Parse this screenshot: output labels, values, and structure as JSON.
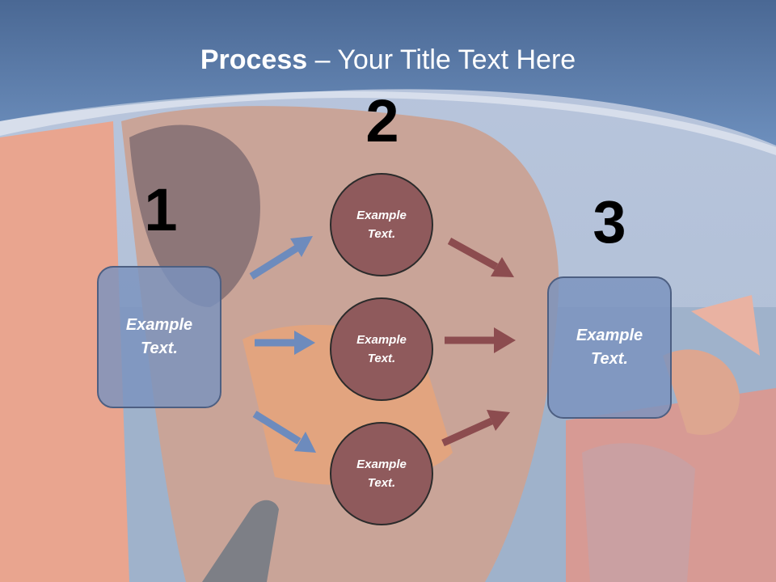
{
  "slide": {
    "title_bold": "Process",
    "title_rest": " – Your Title Text Here"
  },
  "steps": {
    "one": {
      "number": "1",
      "text": "Example\nText."
    },
    "two": {
      "number": "2"
    },
    "three": {
      "number": "3",
      "text": "Example\nText."
    }
  },
  "circles": [
    {
      "text": "Example\nText."
    },
    {
      "text": "Example\nText."
    },
    {
      "text": "Example\nText."
    }
  ],
  "colors": {
    "header": "#4e6c9a",
    "box_fill": "#7a92be",
    "circle_fill": "#8f5a5c",
    "arrow_blue": "#6d8bbd",
    "arrow_red": "#8c4c4f"
  }
}
